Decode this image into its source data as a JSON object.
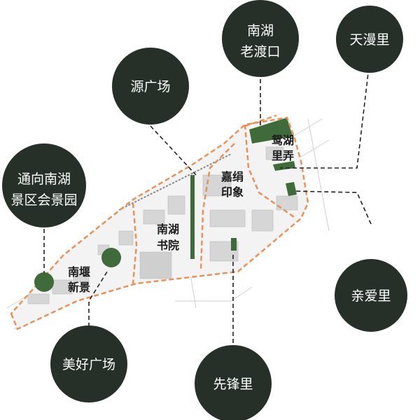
{
  "colors": {
    "bubble": "#263029",
    "boundary": "#e8925a",
    "green": "#3f6b3a",
    "block": "#d9d9d9"
  },
  "bubbles": [
    {
      "id": "nanhu-old-ferry",
      "lines": [
        "南湖",
        "老渡口"
      ]
    },
    {
      "id": "tianmanli",
      "lines": [
        "天漫里"
      ]
    },
    {
      "id": "yuan-plaza",
      "lines": [
        "源广场"
      ]
    },
    {
      "id": "to-nanhu-park",
      "lines": [
        "通向南湖",
        "景区会景园"
      ]
    },
    {
      "id": "qinaili",
      "lines": [
        "亲爱里"
      ]
    },
    {
      "id": "meihao-plaza",
      "lines": [
        "美好广场"
      ]
    },
    {
      "id": "xianfengli",
      "lines": [
        "先锋里"
      ]
    }
  ],
  "districts": [
    {
      "id": "yuanhu-lane",
      "lines": [
        "鸳湖",
        "里弄"
      ]
    },
    {
      "id": "jiajuan-impression",
      "lines": [
        "嘉绢",
        "印象"
      ]
    },
    {
      "id": "nanhu-academy",
      "lines": [
        "南湖",
        "书院"
      ]
    },
    {
      "id": "nanyan-new-view",
      "lines": [
        "南堰",
        "新景"
      ]
    }
  ]
}
